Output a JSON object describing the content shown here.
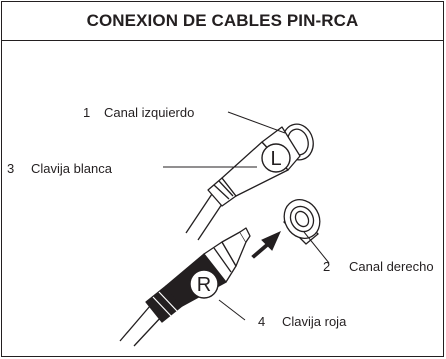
{
  "title": "CONEXION DE CABLES PIN-RCA",
  "callouts": [
    {
      "number": "1",
      "text": "Canal izquierdo"
    },
    {
      "number": "2",
      "text": "Canal derecho"
    },
    {
      "number": "3",
      "text": "Clavija blanca"
    },
    {
      "number": "4",
      "text": "Clavija roja"
    }
  ],
  "plug_left_letter": "L",
  "plug_right_letter": "R",
  "colors": {
    "line": "#231f20",
    "plug_dark": "#231f20",
    "background": "#ffffff"
  }
}
